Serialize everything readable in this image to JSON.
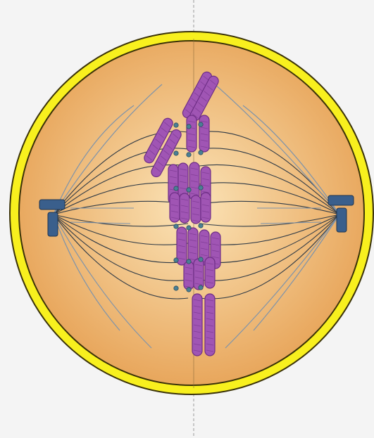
{
  "diagram": {
    "subject": "metaphase",
    "colors": {
      "background": "#f4f4f4",
      "cell_membrane": "#f8f01e",
      "membrane_outline": "#3a3208",
      "cytoplasm_center": "#fbe4b8",
      "cytoplasm_edge": "#e7a357",
      "spindle_dark": "#2f3a46",
      "spindle_light": "#7d93ab",
      "centrosome": "#3a5f8c",
      "chromosome": "#a055b4",
      "chromosome_dark": "#6e2e86",
      "kinetochore": "#4a7f95",
      "equator_line": "#9a9a9a"
    },
    "parts": [
      "cell-membrane",
      "cytoplasm",
      "spindle-fibers",
      "left-centrosome",
      "right-centrosome",
      "chromosomes",
      "metaphase-plate"
    ]
  }
}
